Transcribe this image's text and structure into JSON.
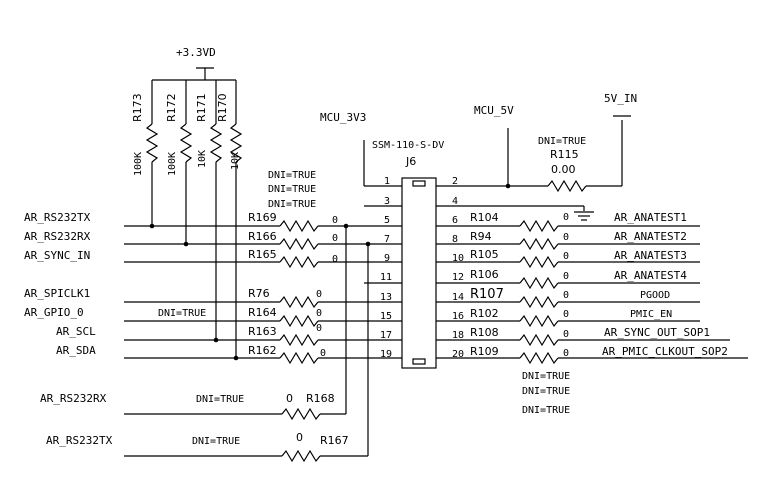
{
  "power": {
    "v33": "+3.3VD",
    "mcu_3v3": "MCU_3V3",
    "mcu_5v": "MCU_5V",
    "v5_in": "5V_IN"
  },
  "pullups": [
    {
      "ref": "R173",
      "value": "100K"
    },
    {
      "ref": "R172",
      "value": "100K"
    },
    {
      "ref": "R171",
      "value": "10K"
    },
    {
      "ref": "R170",
      "value": "10K"
    }
  ],
  "connector": {
    "ref": "J6",
    "part": "SSM-110-S-DV",
    "pins_left": [
      "1",
      "3",
      "5",
      "7",
      "9",
      "11",
      "13",
      "15",
      "17",
      "19"
    ],
    "pins_right": [
      "2",
      "4",
      "6",
      "8",
      "10",
      "12",
      "14",
      "16",
      "18",
      "20"
    ]
  },
  "left_nets": [
    "AR_RS232TX",
    "AR_RS232RX",
    "AR_SYNC_IN",
    "AR_SPICLK1",
    "AR_GPIO_0",
    "AR_SCL",
    "AR_SDA"
  ],
  "left_resistors": [
    {
      "ref": "R169",
      "value": "0"
    },
    {
      "ref": "R166",
      "value": "0"
    },
    {
      "ref": "R165",
      "value": "0"
    },
    {
      "ref": "R76",
      "value": "0"
    },
    {
      "ref": "R164",
      "value": "0"
    },
    {
      "ref": "R163",
      "value": "0"
    },
    {
      "ref": "R162",
      "value": "0"
    }
  ],
  "dni": "DNI=TRUE",
  "r115": {
    "ref": "R115",
    "value": "0.00"
  },
  "right_resistors": [
    {
      "ref": "R104",
      "value": "0"
    },
    {
      "ref": "R94",
      "value": "0"
    },
    {
      "ref": "R105",
      "value": "0"
    },
    {
      "ref": "R106",
      "value": "0"
    },
    {
      "ref": "R107",
      "value": "0"
    },
    {
      "ref": "R102",
      "value": "0"
    },
    {
      "ref": "R108",
      "value": "0"
    },
    {
      "ref": "R109",
      "value": "0"
    }
  ],
  "right_nets": [
    "AR_ANATEST1",
    "AR_ANATEST2",
    "AR_ANATEST3",
    "AR_ANATEST4",
    "PGOOD",
    "PMIC_EN",
    "AR_SYNC_OUT_SOP1",
    "AR_PMIC_CLKOUT_SOP2"
  ],
  "bottom": [
    {
      "net": "AR_RS232RX",
      "ref": "R168",
      "value": "0"
    },
    {
      "net": "AR_RS232TX",
      "ref": "R167",
      "value": "0"
    }
  ]
}
